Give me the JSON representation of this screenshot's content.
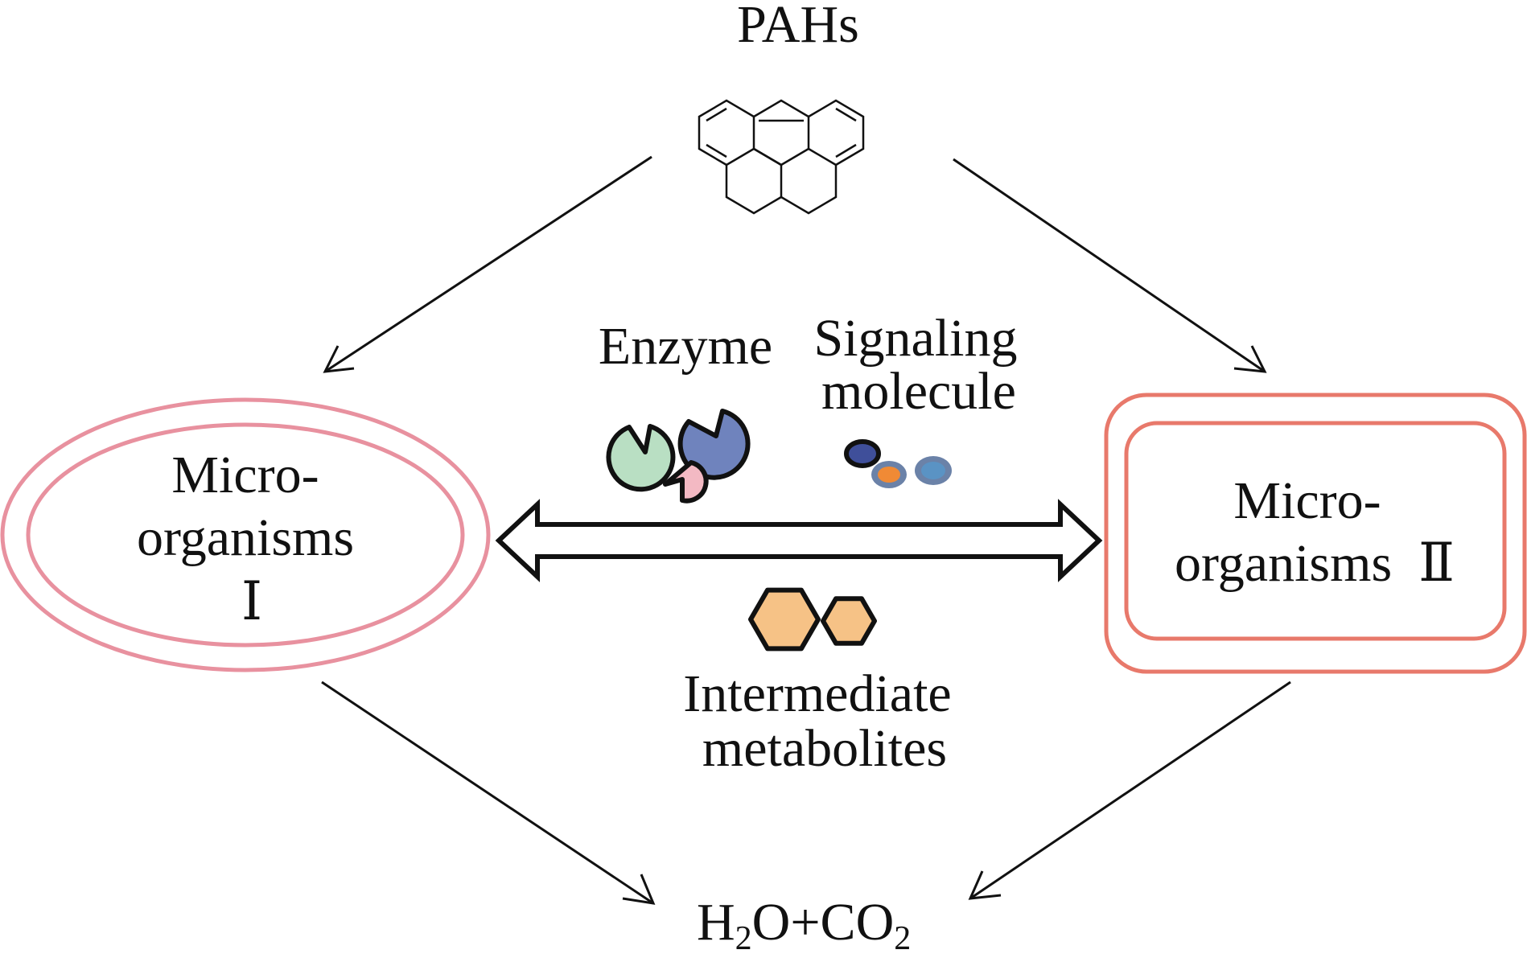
{
  "top": {
    "label": "PAHs"
  },
  "left_org": {
    "lines": [
      "Micro-",
      "organisms",
      "Ⅰ"
    ],
    "color": "#e8919f"
  },
  "right_org": {
    "lines": [
      "Micro-",
      "organisms  Ⅱ"
    ],
    "color": "#e8796b"
  },
  "enzyme": {
    "label": "Enzyme",
    "colors": {
      "green": "#b9dfc3",
      "blue": "#6f83bd",
      "pink": "#f3b9c3"
    }
  },
  "signal": {
    "lines": [
      "Signaling",
      "molecule"
    ],
    "colors": {
      "dark": "#3f4f9a",
      "orange": "#f08a35",
      "light": "#5a93c4",
      "ring": "#6b82a8"
    }
  },
  "metabolites": {
    "lines": [
      "Intermediate",
      "metabolites"
    ],
    "color": "#f6c286"
  },
  "bottom": {
    "h": "H",
    "sub1": "2",
    "mid": "O+CO",
    "sub2": "2"
  }
}
